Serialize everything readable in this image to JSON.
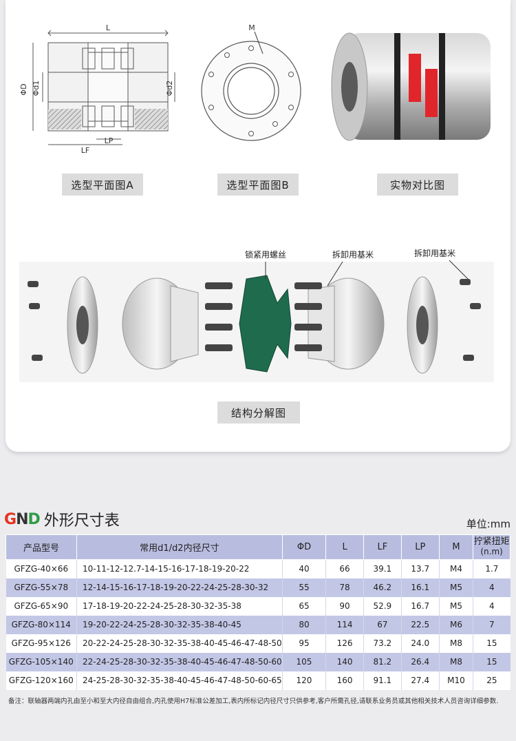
{
  "drawing_a": {
    "dim_L": "L",
    "dim_D": "ΦD",
    "dim_d1": "Φd1",
    "dim_d2": "Φd2",
    "dim_LF": "LF",
    "dim_LP": "LP"
  },
  "drawing_b": {
    "dim_M": "M"
  },
  "captions": {
    "a": "选型平面图A",
    "b": "选型平面图B",
    "c": "实物对比图"
  },
  "exploded": {
    "label_screw": "锁紧用螺丝",
    "label_base_1": "拆卸用基米",
    "label_base_2": "拆卸用基米",
    "caption": "结构分解图"
  },
  "brand": {
    "logo_g": "G",
    "logo_n": "N",
    "logo_d": "D",
    "title": "外形尺寸表"
  },
  "unit": "单位:mm",
  "table": {
    "headers": [
      "产品型号",
      "常用d1/d2内径尺寸",
      "ΦD",
      "L",
      "LF",
      "LP",
      "M",
      "拧紧扭矩",
      "(n.m)"
    ],
    "rows": [
      [
        "GFZG-40×66",
        "10-11-12-12.7-14-15-16-17-18-19-20-22",
        "40",
        "66",
        "39.1",
        "13.7",
        "M4",
        "1.7"
      ],
      [
        "GFZG-55×78",
        "12-14-15-16-17-18-19-20-22-24-25-28-30-32",
        "55",
        "78",
        "46.2",
        "16.1",
        "M5",
        "4"
      ],
      [
        "GFZG-65×90",
        "17-18-19-20-22-24-25-28-30-32-35-38",
        "65",
        "90",
        "52.9",
        "16.7",
        "M5",
        "4"
      ],
      [
        "GFZG-80×114",
        "19-20-22-24-25-28-30-32-35-38-40-45",
        "80",
        "114",
        "67",
        "22.5",
        "M6",
        "7"
      ],
      [
        "GFZG-95×126",
        "20-22-24-25-28-30-32-35-38-40-45-46-47-48-50",
        "95",
        "126",
        "73.2",
        "24.0",
        "M8",
        "15"
      ],
      [
        "GFZG-105×140",
        "22-24-25-28-30-32-35-38-40-45-46-47-48-50-60",
        "105",
        "140",
        "81.2",
        "26.4",
        "M8",
        "15"
      ],
      [
        "GFZG-120×160",
        "24-25-28-30-32-35-38-40-45-46-47-48-50-60-65",
        "120",
        "160",
        "91.1",
        "27.4",
        "M10",
        "25"
      ]
    ]
  },
  "note": "备注：联轴器两端内孔由至小和至大内径自由组合,内孔使用H7标准公差加工,表内所标记内径尺寸只供参考,客户所需孔径,请联系业务员或其他相关技术人员咨询详细参数.",
  "colors": {
    "header_bg": "#b8bde0",
    "stripe_bg": "#c3c7e6",
    "spider_red": "#e0262b",
    "spider_green": "#1f6b4e"
  }
}
